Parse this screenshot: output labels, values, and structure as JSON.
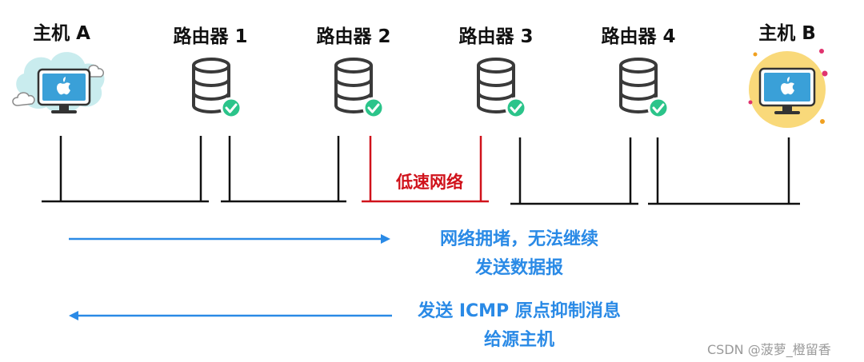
{
  "nodes": [
    {
      "title": "主机 A",
      "kind": "host"
    },
    {
      "title": "路由器 1",
      "kind": "router"
    },
    {
      "title": "路由器 2",
      "kind": "router"
    },
    {
      "title": "路由器 3",
      "kind": "router"
    },
    {
      "title": "路由器 4",
      "kind": "router"
    },
    {
      "title": "主机 B",
      "kind": "host"
    }
  ],
  "links": {
    "slow_network_label": "低速网络"
  },
  "messages": {
    "congestion_line1": "网络拥堵，无法继续",
    "congestion_line2": "发送数据报",
    "icmp_line1": "发送 ICMP 原点抑制消息",
    "icmp_line2": "给源主机"
  },
  "watermark": "CSDN @菠萝_橙留香",
  "colors": {
    "forward_arrow": "#2a8ae6",
    "slow_link": "#d0121b",
    "router_check": "#2bc48a",
    "host_a_backdrop": "#c9ecee",
    "host_b_backdrop": "#f9d97a"
  },
  "icons": {
    "host": "computer-monitor-icon",
    "router": "database-stack-icon",
    "status": "check-circle-icon"
  }
}
